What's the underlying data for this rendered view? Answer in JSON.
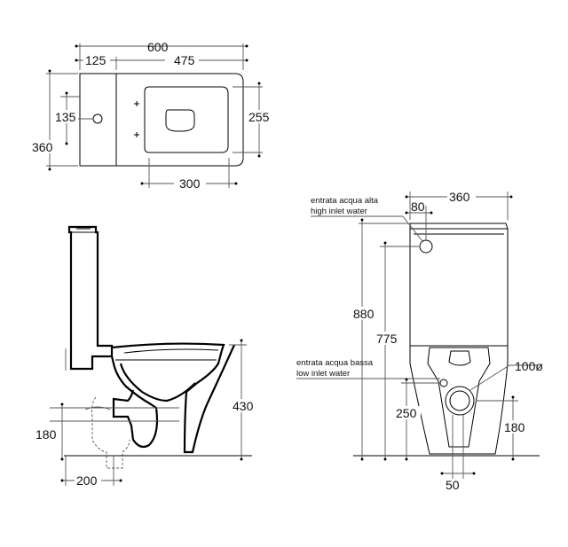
{
  "top_view": {
    "dims": {
      "width_total": "600",
      "cistern_width": "125",
      "bowl_width": "475",
      "height_total": "360",
      "inlet_offset": "135",
      "fixing_spacing": "255",
      "fixing_distance": "300"
    }
  },
  "side_view": {
    "dims": {
      "seat_height": "430",
      "outlet_height": "180",
      "outlet_distance": "200"
    }
  },
  "front_view": {
    "dims": {
      "width": "360",
      "inlet_offset": "80",
      "total_height": "880",
      "high_inlet_height": "775",
      "low_inlet_height": "250",
      "outlet_height": "180",
      "outlet_offset": "50",
      "outlet_diameter": "100ø"
    },
    "labels": {
      "high_inlet_it": "entrata acqua alta",
      "high_inlet_en": "high inlet water",
      "low_inlet_it": "entrata acqua bassa",
      "low_inlet_en": "low inlet water"
    }
  }
}
